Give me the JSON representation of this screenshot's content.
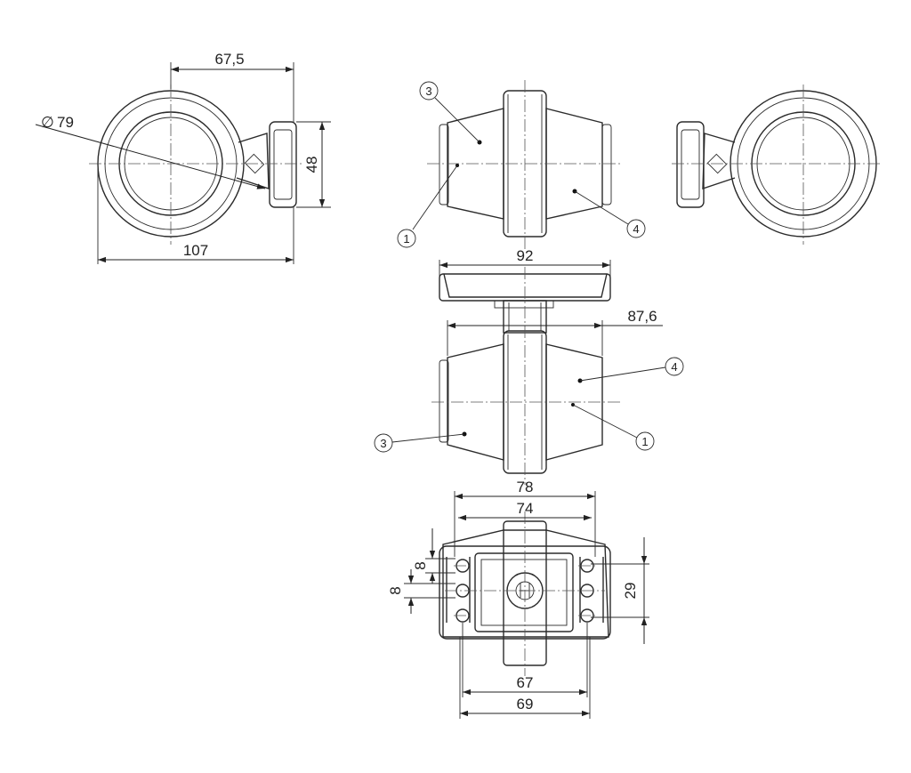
{
  "dimensions": {
    "d79": "79",
    "d79_symbol": "∅",
    "w67_5": "67,5",
    "h48": "48",
    "w107": "107",
    "w92": "92",
    "w87_6": "87,6",
    "w78": "78",
    "w74": "74",
    "s8a": "8",
    "s8b": "8",
    "h29": "29",
    "w67": "67",
    "w69": "69"
  },
  "callouts": {
    "c1": "1",
    "c3": "3",
    "c4": "4"
  }
}
